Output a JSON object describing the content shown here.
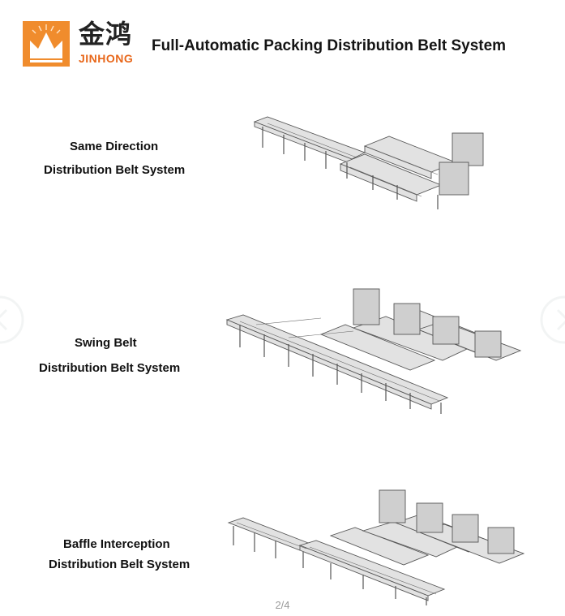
{
  "brand": {
    "name_cn": "金鸿",
    "name_en": "JINHONG",
    "logo_icon": "crown-logo-icon",
    "accent": "#f08c2d"
  },
  "header": {
    "title": "Full-Automatic Packing Distribution Belt System"
  },
  "sections": [
    {
      "line1": "Same Direction",
      "line2": "Distribution Belt System"
    },
    {
      "line1": "Swing Belt",
      "line2": "Distribution Belt System"
    },
    {
      "line1": "Baffle Interception",
      "line2": "Distribution Belt System"
    }
  ],
  "pager": {
    "text": "2/4"
  },
  "icons": {
    "prev": "chevron-left-icon",
    "next": "chevron-right-icon"
  }
}
